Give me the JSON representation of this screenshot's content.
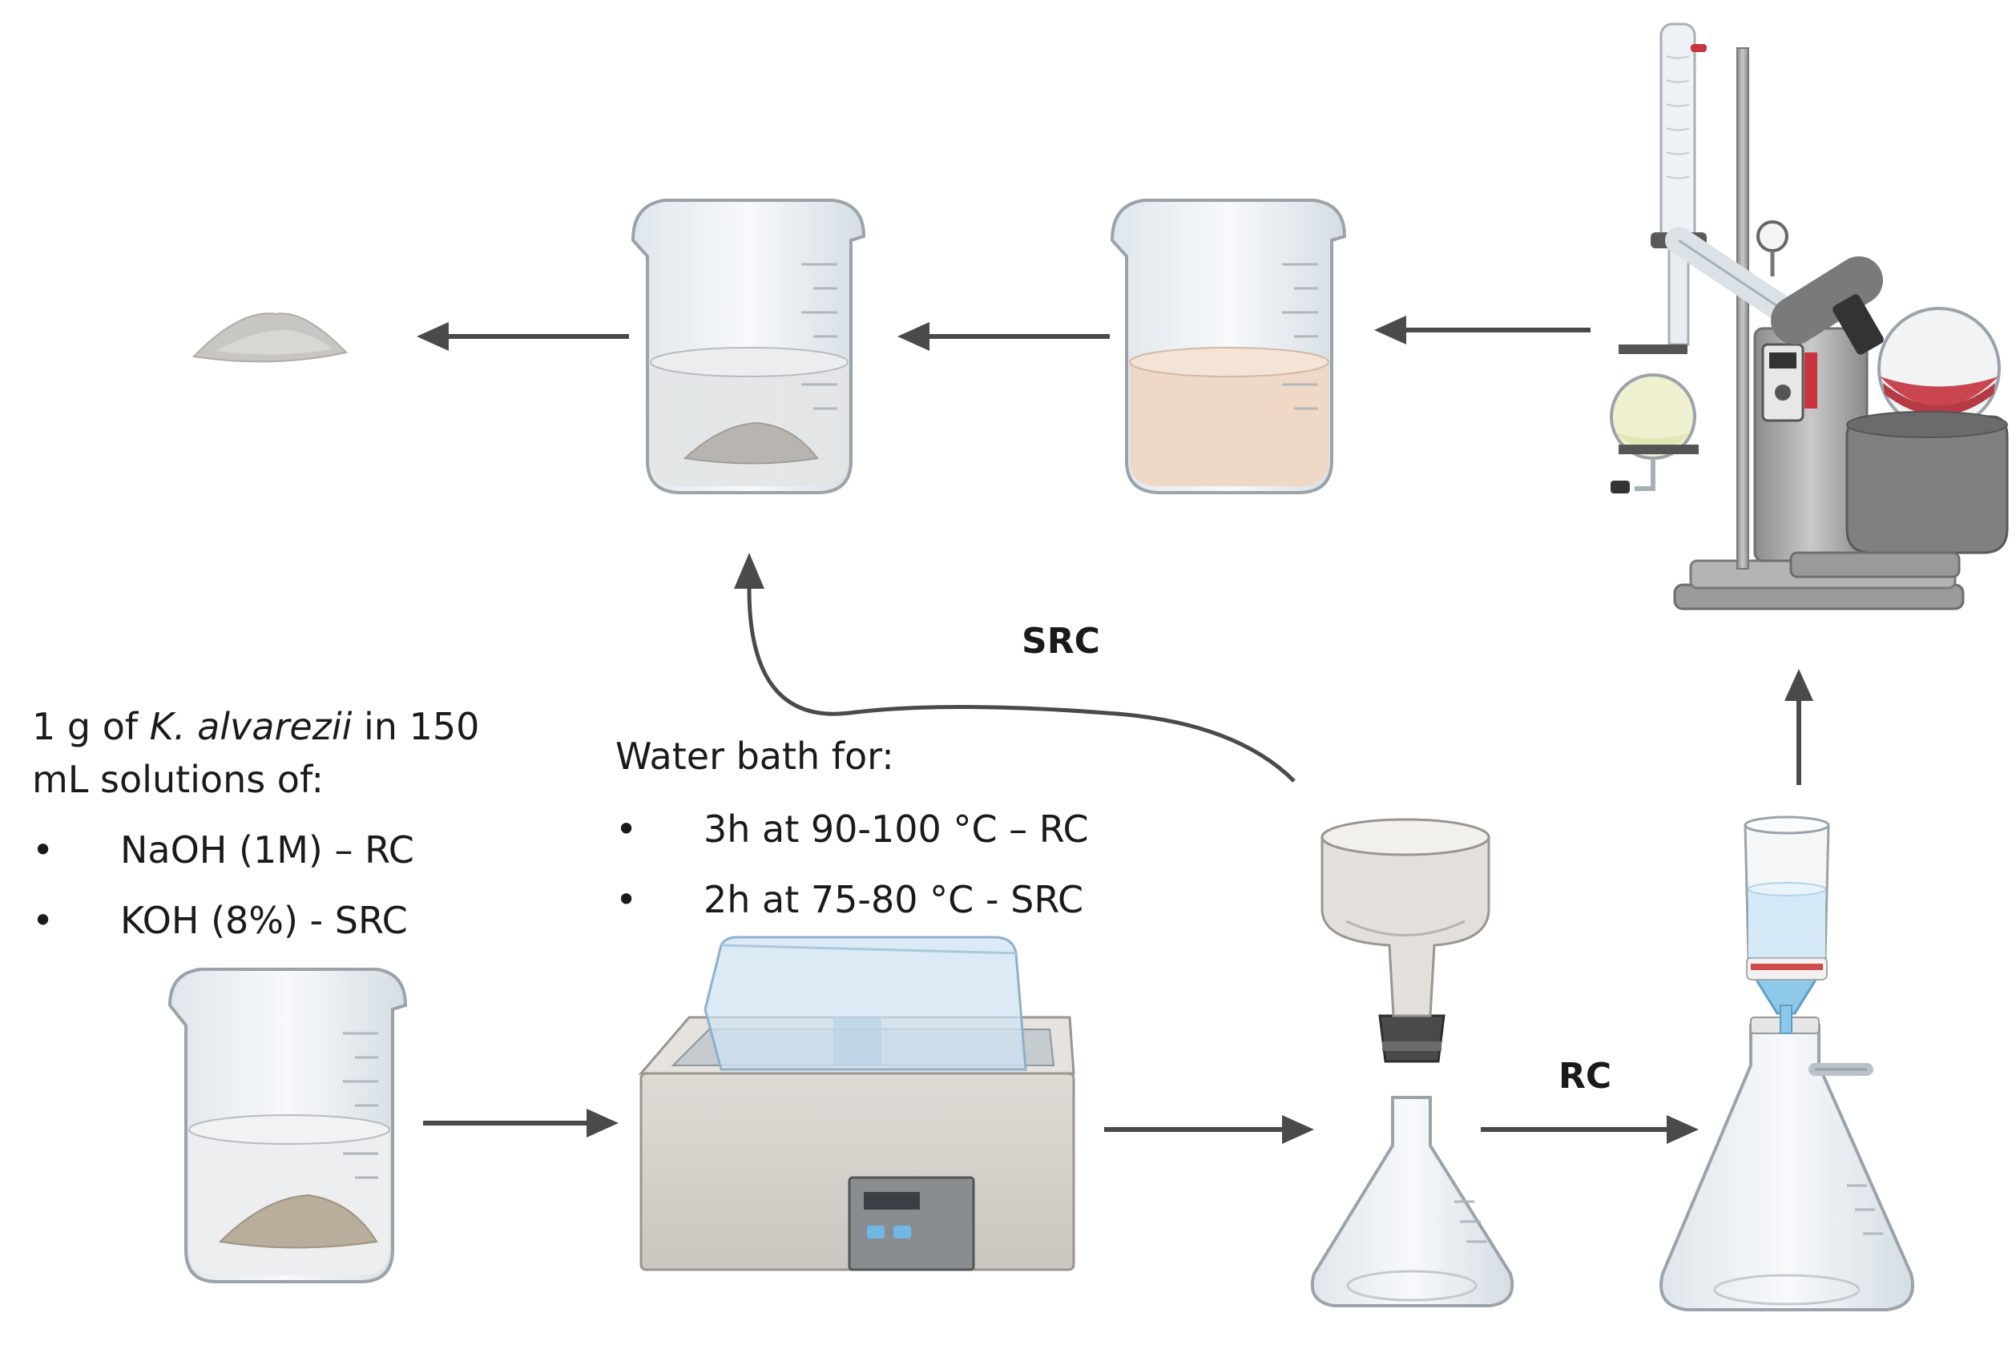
{
  "conditions": {
    "line1_prefix": "1 g of ",
    "species": "K. alvarezii",
    "line1_suffix": " in 150",
    "line2": "mL solutions of:",
    "bullet": "•",
    "items": [
      "NaOH (1M) – RC",
      "KOH (8%) - SRC"
    ]
  },
  "water_bath": {
    "title": "Water bath for:",
    "bullet": "•",
    "items": [
      "3h at 90-100 °C – RC",
      "2h at 75-80 °C - SRC"
    ]
  },
  "labels": {
    "src_route": "SRC",
    "rc_route": "RC"
  },
  "colors": {
    "arrow": "#4a4a4a",
    "glass": "#e8edf1",
    "glass_edge": "#aab3ba",
    "powder": "#b9b2a6",
    "extract": "#efd8c6",
    "flask_liquid": "#c9454f",
    "filtrate": "#d6e9f7"
  }
}
